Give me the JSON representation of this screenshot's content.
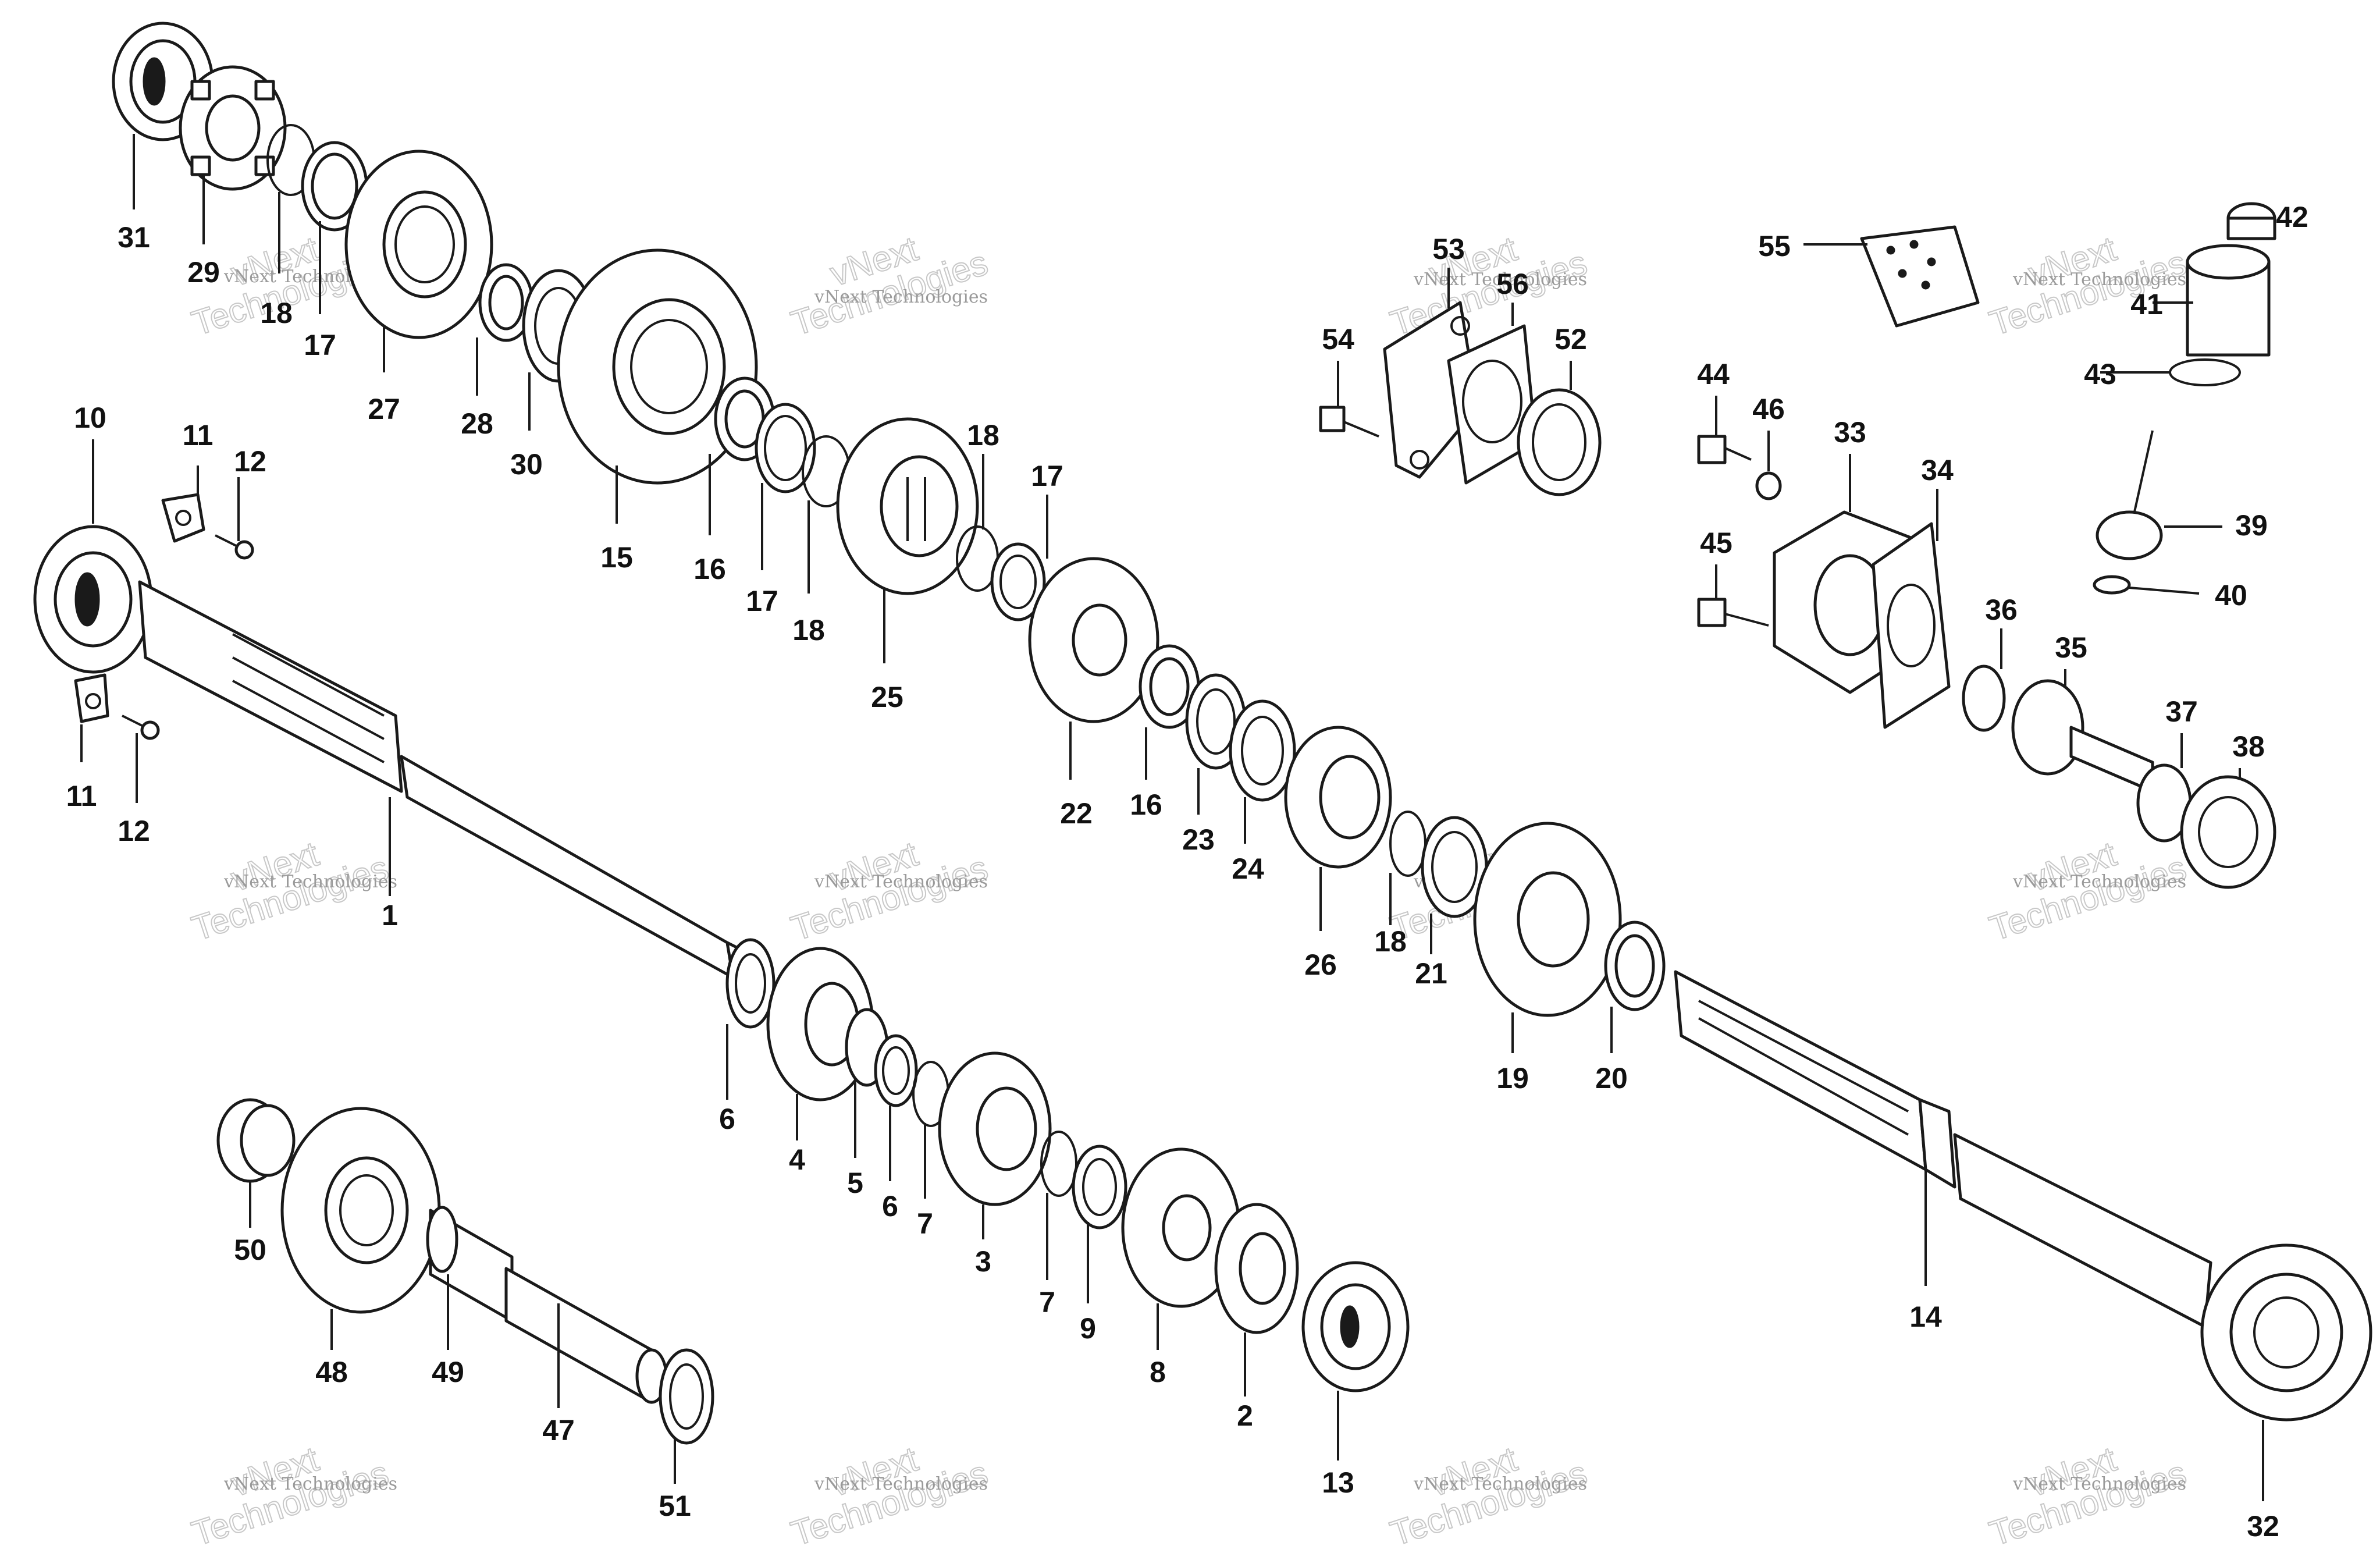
{
  "watermark": {
    "line1": "vNext",
    "line2": "Technologies",
    "small": "vNext Technologies"
  },
  "callouts": {
    "c1": "1",
    "c2": "2",
    "c3": "3",
    "c4": "4",
    "c5": "5",
    "c6a": "6",
    "c6b": "6",
    "c7a": "7",
    "c7b": "7",
    "c8": "8",
    "c9": "9",
    "c10": "10",
    "c11a": "11",
    "c11b": "11",
    "c12a": "12",
    "c12b": "12",
    "c13": "13",
    "c14": "14",
    "c15": "15",
    "c16a": "16",
    "c16b": "16",
    "c17a": "17",
    "c17b": "17",
    "c17c": "17",
    "c18a": "18",
    "c18b": "18",
    "c18c": "18",
    "c18d": "18",
    "c19": "19",
    "c20": "20",
    "c21": "21",
    "c22": "22",
    "c23": "23",
    "c24": "24",
    "c25": "25",
    "c26": "26",
    "c27": "27",
    "c28": "28",
    "c29": "29",
    "c30": "30",
    "c31": "31",
    "c32": "32",
    "c33": "33",
    "c34": "34",
    "c35": "35",
    "c36": "36",
    "c37": "37",
    "c38": "38",
    "c39": "39",
    "c40": "40",
    "c41": "41",
    "c42": "42",
    "c43": "43",
    "c44": "44",
    "c45": "45",
    "c46": "46",
    "c47": "47",
    "c48": "48",
    "c49": "49",
    "c50": "50",
    "c51": "51",
    "c52": "52",
    "c53": "53",
    "c54": "54",
    "c55": "55",
    "c56": "56"
  }
}
